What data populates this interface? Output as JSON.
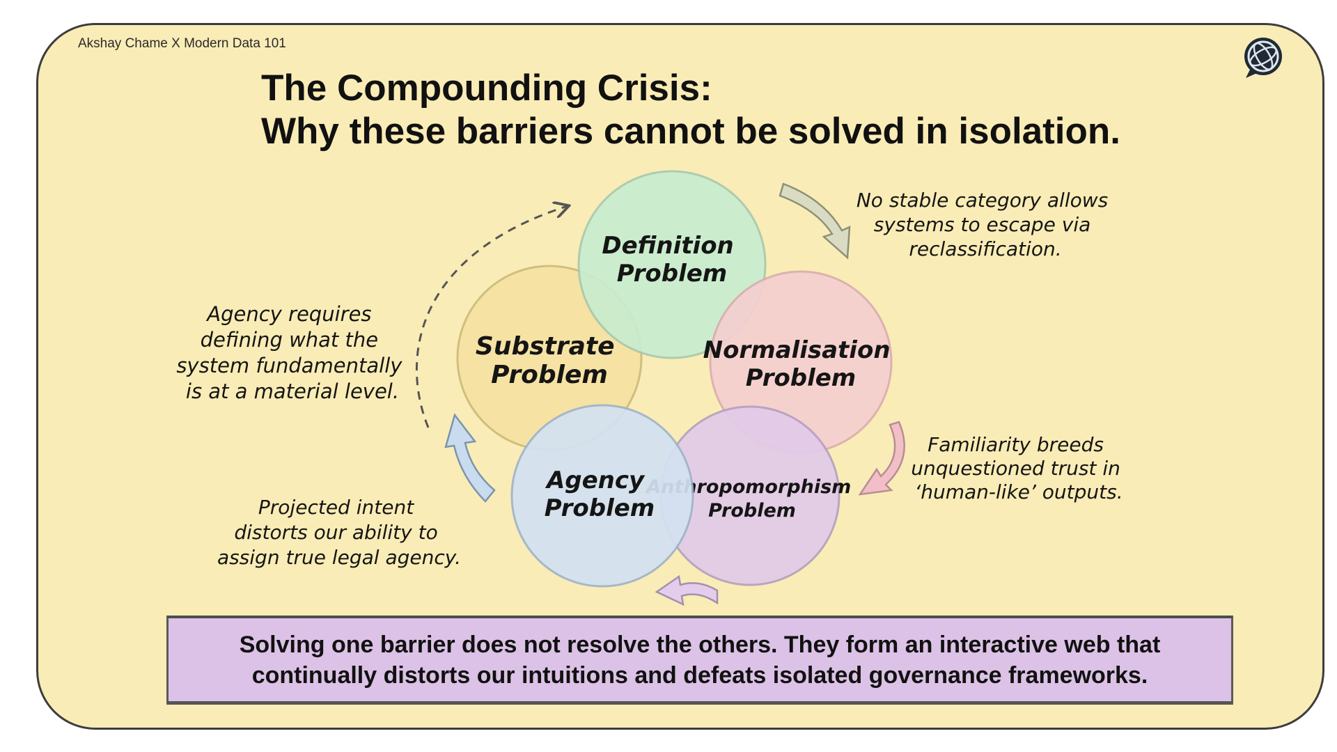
{
  "brand": "Akshay Chame X Modern Data 101",
  "title": {
    "line1": "The Compounding Crisis:",
    "line2": "Why these barriers cannot be solved in isolation."
  },
  "diagram": {
    "nodes": [
      {
        "id": "definition",
        "lines": [
          "Definition",
          "Problem"
        ],
        "color": "#c8eccf"
      },
      {
        "id": "normalisation",
        "lines": [
          "Normalisation",
          "Problem"
        ],
        "color": "#f5cfd0"
      },
      {
        "id": "anthropomorphism",
        "lines": [
          "Anthropomorphism",
          "Problem"
        ],
        "color": "#e2cbea"
      },
      {
        "id": "agency",
        "lines": [
          "Agency",
          "Problem"
        ],
        "color": "#d3e2f2"
      },
      {
        "id": "substrate",
        "lines": [
          "Substrate",
          "Problem"
        ],
        "color": "#f6e2a2"
      }
    ],
    "annotations": {
      "reclassification": [
        "No stable category allows",
        "systems to escape via",
        "reclassification."
      ],
      "familiarity": [
        "Familiarity breeds",
        "unquestioned trust in",
        "‘human-like’ outputs."
      ],
      "projected": [
        "Projected intent",
        "distorts our ability to",
        "assign true legal agency."
      ],
      "agency_requires": [
        "Agency requires",
        "defining what the",
        "system fundamentally",
        "is at a material level."
      ]
    },
    "arrow_colors": {
      "definition_to_normalisation": "#d9dcc3",
      "normalisation_to_anthropomorphism": "#f2bfc7",
      "anthropomorphism_to_agency": "#e4cdec",
      "agency_to_substrate": "#c8dbef",
      "dashed_loop": "#555555"
    }
  },
  "banner": {
    "line1": "Solving one barrier does not resolve the others. They form an interactive web that",
    "line2": "continually distorts our intuitions and defeats isolated governance frameworks."
  }
}
